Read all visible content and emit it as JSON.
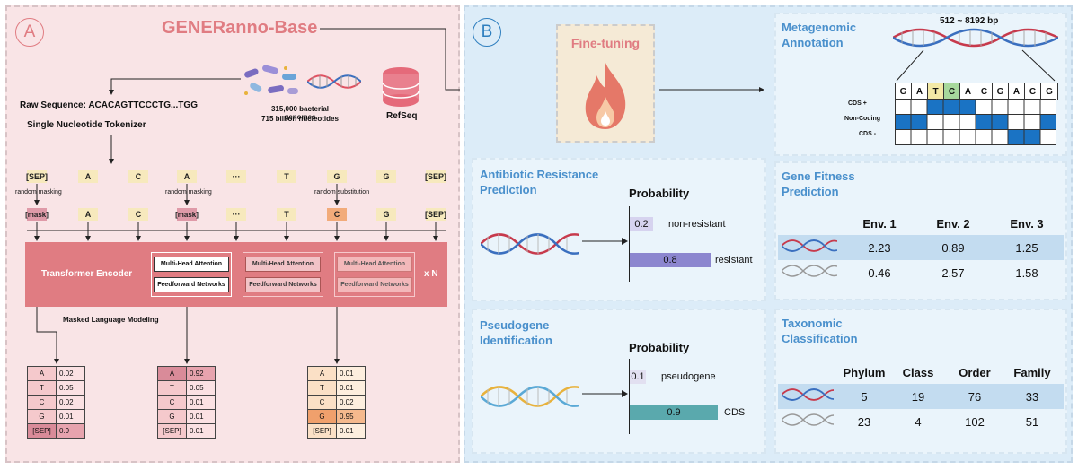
{
  "panel_a": {
    "label": "A",
    "title": "GENERanno-Base",
    "raw_sequence": "Raw Sequence: ACACAGTTCCCTG...TGG",
    "tokenizer": "Single Nucleotide Tokenizer",
    "genomes_line1": "315,000 bacterial genomes",
    "genomes_line2": "715 billion nucleotides",
    "refseq": "RefSeq",
    "input_tokens": [
      "[SEP]",
      "A",
      "C",
      "A",
      "···",
      "T",
      "G",
      "G",
      "[SEP]"
    ],
    "masked_tokens": [
      "[mask]",
      "A",
      "C",
      "[mask]",
      "···",
      "T",
      "C",
      "G",
      "[SEP]"
    ],
    "random_masking": "random masking",
    "random_substitution": "random substitution",
    "encoder_title": "Transformer Encoder",
    "mha": "Multi-Head Attention",
    "ffn": "Feedforward Networks",
    "repeat": "x N",
    "mlm": "Masked Language Modeling",
    "prob_tables": [
      {
        "rows": [
          [
            "A",
            "0.02"
          ],
          [
            "T",
            "0.05"
          ],
          [
            "C",
            "0.02"
          ],
          [
            "G",
            "0.01"
          ],
          [
            "[SEP]",
            "0.9"
          ]
        ]
      },
      {
        "rows": [
          [
            "A",
            "0.92"
          ],
          [
            "T",
            "0.05"
          ],
          [
            "C",
            "0.01"
          ],
          [
            "G",
            "0.01"
          ],
          [
            "[SEP]",
            "0.01"
          ]
        ]
      },
      {
        "rows": [
          [
            "A",
            "0.01"
          ],
          [
            "T",
            "0.01"
          ],
          [
            "C",
            "0.02"
          ],
          [
            "G",
            "0.95"
          ],
          [
            "[SEP]",
            "0.01"
          ]
        ]
      }
    ]
  },
  "panel_b": {
    "label": "B",
    "finetune": "Fine-tuning",
    "metagenomic": {
      "title1": "Metagenomic",
      "title2": "Annotation",
      "range": "512 ~ 8192 bp",
      "bases": [
        "G",
        "A",
        "T",
        "C",
        "A",
        "C",
        "G",
        "A",
        "C",
        "G"
      ],
      "rows": [
        "CDS +",
        "Non-Coding",
        "CDS -"
      ]
    },
    "antibiotic": {
      "title1": "Antibiotic Resistance",
      "title2": "Prediction",
      "prob_label": "Probability",
      "bars": [
        {
          "value": "0.2",
          "label": "non-resistant"
        },
        {
          "value": "0.8",
          "label": "resistant"
        }
      ]
    },
    "pseudogene": {
      "title1": "Pseudogene",
      "title2": "Identification",
      "prob_label": "Probability",
      "bars": [
        {
          "value": "0.1",
          "label": "pseudogene"
        },
        {
          "value": "0.9",
          "label": "CDS"
        }
      ]
    },
    "fitness": {
      "title1": "Gene Fitness",
      "title2": "Prediction",
      "headers": [
        "Env. 1",
        "Env. 2",
        "Env. 3"
      ],
      "rows": [
        [
          "2.23",
          "0.89",
          "1.25"
        ],
        [
          "0.46",
          "2.57",
          "1.58"
        ]
      ]
    },
    "taxonomy": {
      "title1": "Taxonomic",
      "title2": "Classification",
      "headers": [
        "Phylum",
        "Class",
        "Order",
        "Family"
      ],
      "rows": [
        [
          "5",
          "19",
          "76",
          "33"
        ],
        [
          "23",
          "4",
          "102",
          "51"
        ]
      ]
    }
  },
  "colors": {
    "pink_bg": "#f9e4e6",
    "blue_bg": "#dcecf8",
    "encoder": "#e07c82",
    "accent_blue": "#2f7fbf",
    "token": "#f7e9bd",
    "mask": "#df9aa8",
    "substitution": "#f2ab7a",
    "bar_purple": "#8c86cf",
    "bar_teal": "#5aa9ad"
  }
}
